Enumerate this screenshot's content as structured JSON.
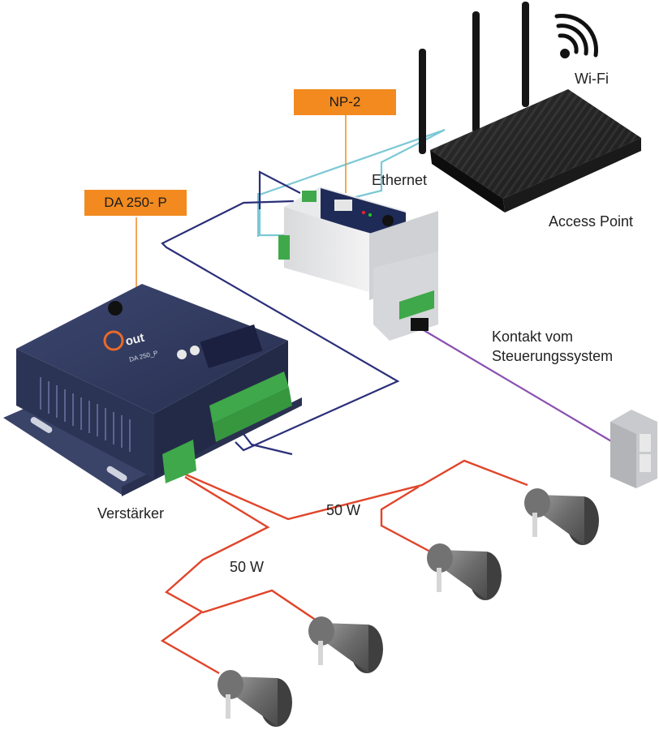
{
  "labels": {
    "wifi": "Wi-Fi",
    "access_point": "Access Point",
    "ethernet": "Ethernet",
    "np2": "NP-2",
    "da250p": "DA 250- P",
    "contact_line1": "Kontakt vom",
    "contact_line2": "Steuerungssystem",
    "amplifier": "Verstärker",
    "power_upper": "50 W",
    "power_lower": "50 W"
  },
  "device_text": {
    "brand": "out",
    "model": "DA 250_P"
  },
  "colors": {
    "tag_orange": "#f28a1f",
    "ethernet_cyan": "#7cc8d6",
    "network_navy": "#2b2f7a",
    "contact_purple": "#8a4fb0",
    "speaker_red": "#e0452a",
    "device_navy": "#2e3658",
    "terminal_green": "#3fa84a",
    "router_black": "#1c1c1c"
  },
  "icons": [
    "wifi-icon",
    "router-icon",
    "network-module-icon",
    "amplifier-icon",
    "contact-module-icon",
    "horn-speaker-icon"
  ]
}
